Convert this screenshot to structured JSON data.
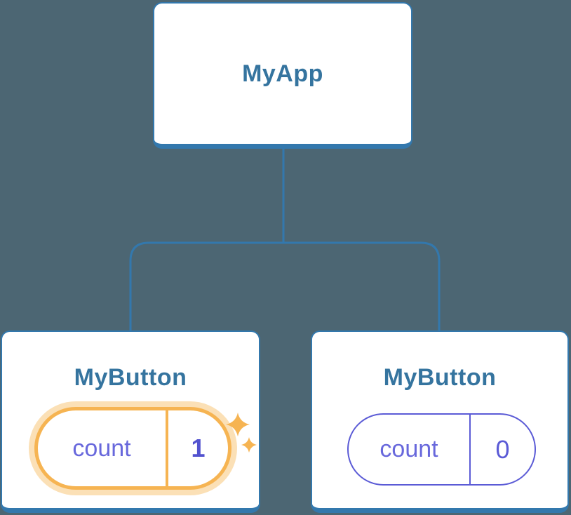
{
  "diagram": {
    "type": "component-tree",
    "root": {
      "label": "MyApp"
    },
    "children": [
      {
        "label": "MyButton",
        "state": {
          "key": "count",
          "value": "1"
        },
        "highlighted": true,
        "icon": "sparkles-icon"
      },
      {
        "label": "MyButton",
        "state": {
          "key": "count",
          "value": "0"
        },
        "highlighted": false
      }
    ],
    "colors": {
      "background": "#4C6673",
      "connector": "#3378AD",
      "node_border": "#3378AD",
      "node_fill": "#FFFFFF",
      "node_label_text": "#35749F",
      "state_border_plain": "#5B5BD6",
      "state_key_text": "#6868DC",
      "state_value_highlight_text": "#5252CF",
      "highlight_orange": "#F6B452",
      "highlight_glow": "rgba(246,180,82,0.42)"
    }
  }
}
